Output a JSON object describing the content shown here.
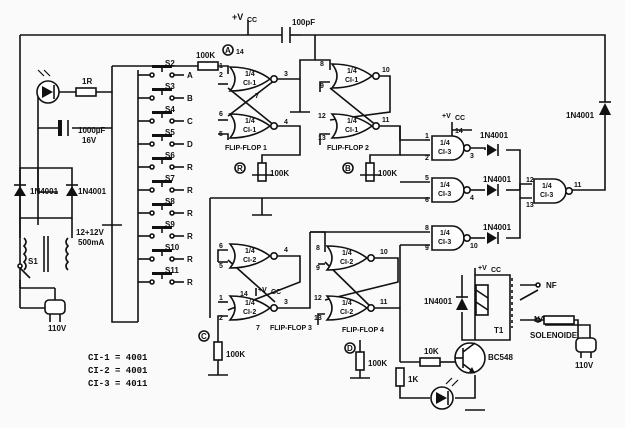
{
  "supply": {
    "vcc": "+V",
    "vcc_sub": "CC"
  },
  "capacitors": {
    "top": "100pF",
    "left_value": "1000µF",
    "left_voltage": "16V"
  },
  "resistors": {
    "r_top": "100K",
    "r_led": "1R",
    "r_flipflop1": "100K",
    "r_flipflop2": "100K",
    "r_flipflop3": "100K",
    "r_flipflop4": "100K",
    "r_base": "10K",
    "r_led2": "1K"
  },
  "diodes": {
    "d_rect1": "1N4001",
    "d_rect2": "1N4001",
    "d_feedback": "1N4001",
    "d_ci3a": "1N4001",
    "d_ci3b": "1N4001",
    "d_ci3c": "1N4001",
    "d_relay": "1N4001"
  },
  "transformer": {
    "rating_v": "12+12V",
    "rating_a": "500mA"
  },
  "mains": {
    "switch": "S1",
    "voltage_left": "110V",
    "voltage_right": "110V"
  },
  "switches": [
    {
      "name": "S2",
      "out": "A"
    },
    {
      "name": "S3",
      "out": "B"
    },
    {
      "name": "S4",
      "out": "C"
    },
    {
      "name": "S5",
      "out": "D"
    },
    {
      "name": "S6",
      "out": "R"
    },
    {
      "name": "S7",
      "out": "R"
    },
    {
      "name": "S8",
      "out": "R"
    },
    {
      "name": "S9",
      "out": "R"
    },
    {
      "name": "S10",
      "out": "R"
    },
    {
      "name": "S11",
      "out": "R"
    }
  ],
  "gate_frac": "1/4",
  "gates": {
    "ci1a": "CI-1",
    "ci1b": "CI-1",
    "ci1c": "CI-1",
    "ci1d": "CI-1",
    "ci2a": "CI-2",
    "ci2b": "CI-2",
    "ci2c": "CI-2",
    "ci2d": "CI-2",
    "ci3a": "CI-3",
    "ci3b": "CI-3",
    "ci3c": "CI-3",
    "ci3d": "CI-3"
  },
  "flipflops": {
    "ff1": "FLIP-FLOP 1",
    "ff2": "FLIP-FLOP 2",
    "ff3": "FLIP-FLOP 3",
    "ff4": "FLIP-FLOP 4"
  },
  "nodes": {
    "a": "A",
    "b": "B",
    "c": "C",
    "d": "D",
    "r": "R"
  },
  "pins": {
    "p1": "1",
    "p2": "2",
    "p3": "3",
    "p5": "5",
    "p6": "6",
    "p4": "4",
    "p14": "14",
    "p7": "7",
    "q8": "8",
    "q9": "9",
    "q10": "10",
    "q12": "12",
    "q13": "13",
    "q11": "11",
    "c1": "1",
    "c2": "2",
    "c3": "3",
    "c14": "14",
    "c5": "5",
    "c6": "6",
    "c4": "4",
    "c8": "8",
    "c9": "9",
    "c10": "10",
    "c12": "12",
    "c13": "13",
    "c11": "11",
    "f6": "6",
    "f5": "5",
    "f4": "4",
    "f1": "1",
    "f2": "2",
    "f3": "3",
    "f14": "14",
    "f7": "7",
    "g8": "8",
    "g9": "9",
    "g10": "10",
    "g12": "12",
    "g13": "13",
    "g11": "11"
  },
  "relay": {
    "label": "T1",
    "contact_nf": "NF",
    "contact_na": "NA",
    "coil": "SOLENOIDE"
  },
  "transistor": {
    "label": "BC548"
  },
  "legend": [
    "CI-1 = 4001",
    "CI-2 = 4001",
    "CI-3 = 4011"
  ]
}
